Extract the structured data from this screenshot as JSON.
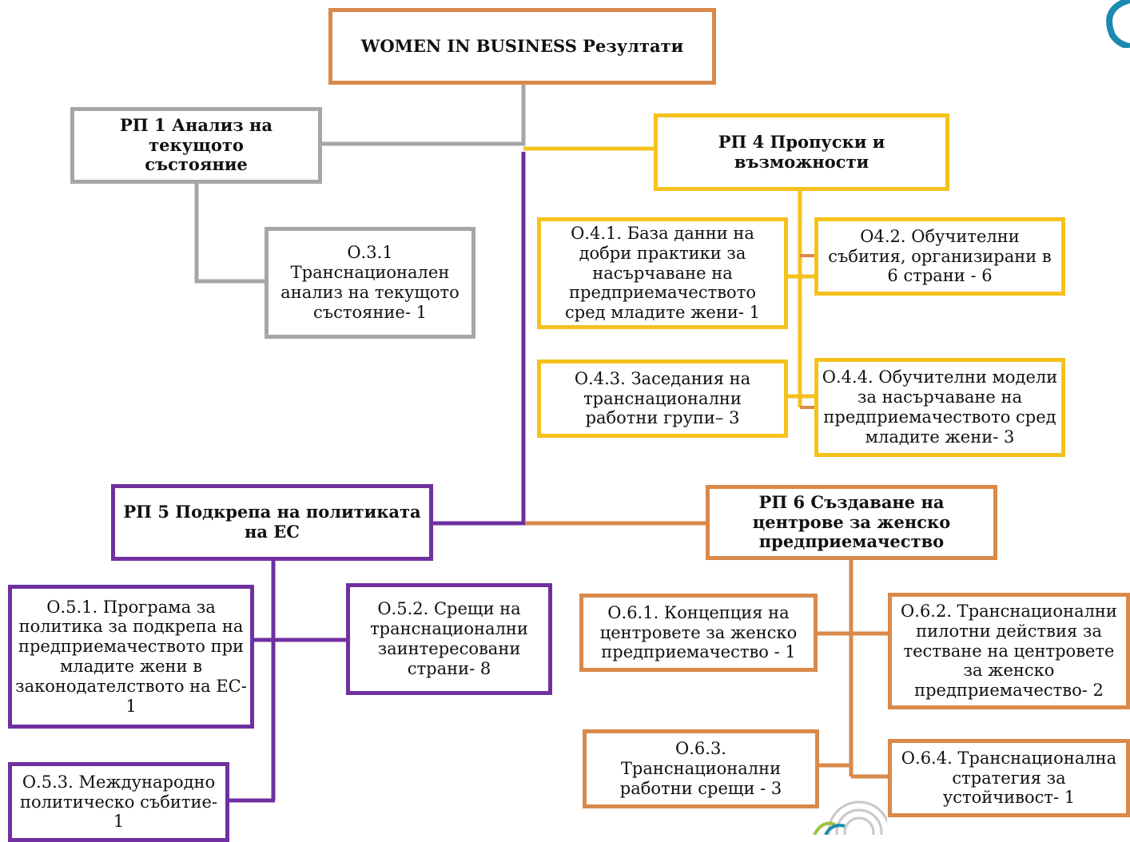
{
  "root": {
    "label": "WOMEN IN BUSINESS Резултати"
  },
  "wp1": {
    "label": "РП 1 Анализ на текущото състояние",
    "outputs": [
      "О.3.1 Транснационален анализ на текущото състояние- 1"
    ]
  },
  "wp4": {
    "label": "РП 4 Пропуски и възможности",
    "outputs": [
      "О.4.1. База данни на добри практики за насърчаване на предприемачеството сред младите жени- 1",
      "О4.2.  Обучителни събития, организирани в 6 страни - 6",
      "О.4.3. Заседания на транснационални работни групи– 3",
      "О.4.4. Обучителни модели за насърчаване на предприемачеството сред младите жени-  3"
    ]
  },
  "wp5": {
    "label": "РП 5 Подкрепа на политиката на ЕС",
    "outputs": [
      "О.5.1. Програма за политика за подкрепа на предприемачеството при младите жени в законодателството на ЕС- 1",
      "О.5.2. Срещи на транснационални заинтересовани страни- 8",
      "О.5.3. Международно политическо събитие- 1"
    ]
  },
  "wp6": {
    "label": "РП 6 Създаване на центрове за женско предприемачество",
    "outputs": [
      "О.6.1. Концепция на центровете за женско предприемачество - 1",
      "О.6.2. Транснационални пилотни действия за тестване на центровете за женско предприемачество- 2",
      "О.6.3. Транснационални работни срещи - 3",
      "О.6.4. Транснационална стратегия за устойчивост- 1"
    ]
  },
  "colors": {
    "root": "#d9894a",
    "wp1": "#a6a6a6",
    "wp4": "#f5c11d",
    "wp5": "#7030a0",
    "wp6": "#d9894a"
  }
}
